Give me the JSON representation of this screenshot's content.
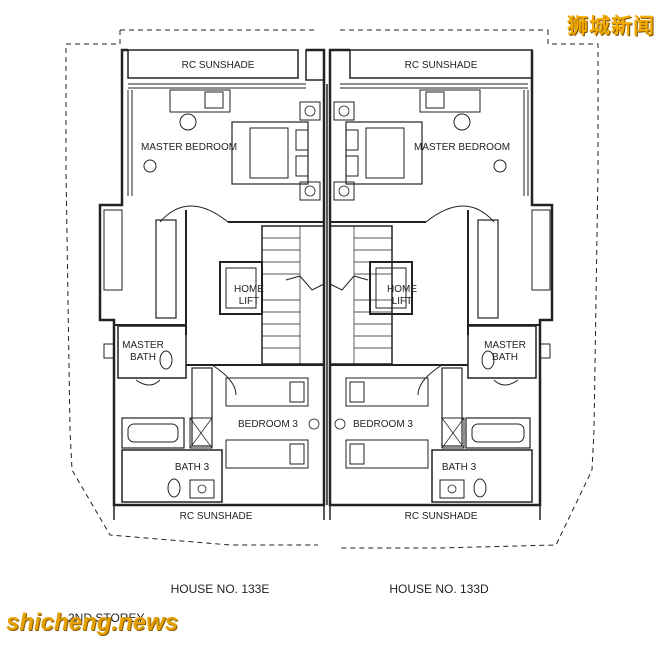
{
  "plan": {
    "storey": "2ND STOREY",
    "houses": [
      {
        "house_label": "HOUSE NO. 133E",
        "rooms": {
          "rc_sunshade_top": "RC SUNSHADE",
          "master_bedroom": "MASTER BEDROOM",
          "home": "HOME",
          "lift": "LIFT",
          "master": "MASTER",
          "bath": "BATH",
          "bedroom_3": "BEDROOM 3",
          "bath_3": "BATH 3",
          "rc_sunshade_bottom": "RC SUNSHADE"
        }
      },
      {
        "house_label": "HOUSE NO. 133D",
        "rooms": {
          "rc_sunshade_top": "RC SUNSHADE",
          "master_bedroom": "MASTER BEDROOM",
          "home": "HOME",
          "lift": "LIFT",
          "master": "MASTER",
          "bath": "BATH",
          "bedroom_3": "BEDROOM 3",
          "bath_3": "BATH 3",
          "rc_sunshade_bottom": "RC SUNSHADE"
        }
      }
    ]
  },
  "watermarks": {
    "top": "狮城新闻",
    "bottom": "shicheng.news"
  }
}
